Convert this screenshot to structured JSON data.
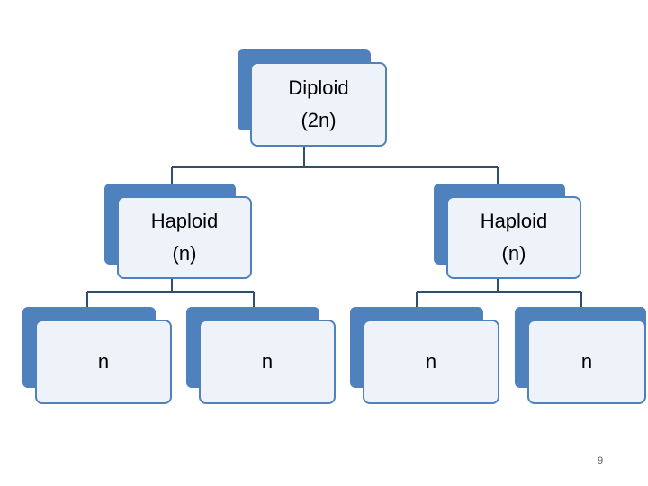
{
  "diagram": {
    "root": {
      "line1": "Diploid",
      "line2": "(2n)"
    },
    "haploids": [
      {
        "line1": "Haploid",
        "line2": "(n)"
      },
      {
        "line1": "Haploid",
        "line2": "(n)"
      }
    ],
    "leaves": [
      {
        "label": "n"
      },
      {
        "label": "n"
      },
      {
        "label": "n"
      },
      {
        "label": "n"
      }
    ]
  },
  "page_number": "9",
  "colors": {
    "box_fill": "#eef2f9",
    "box_border": "#4f81bd",
    "shadow": "#4f81bd",
    "connector": "#2f4f6f"
  }
}
